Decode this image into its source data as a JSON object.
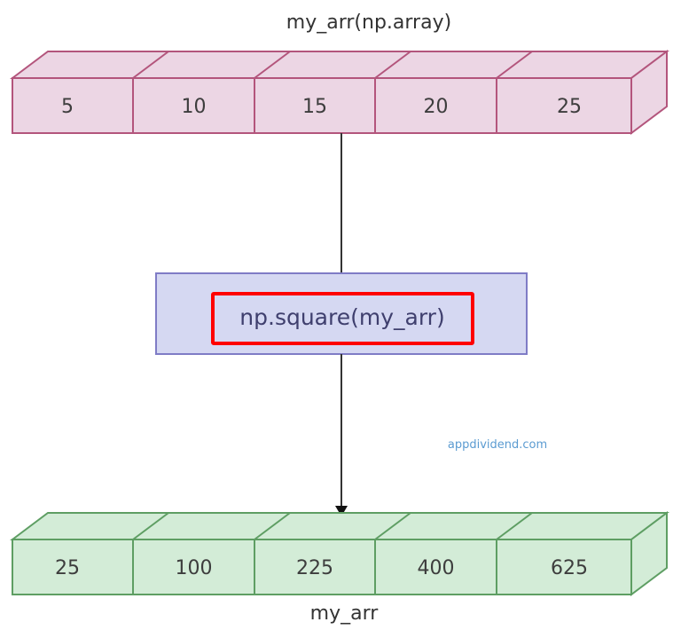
{
  "top_array": {
    "title": "my_arr(np.array)",
    "values": [
      "5",
      "10",
      "15",
      "20",
      "25"
    ],
    "fill": "#ecd6e4",
    "stroke": "#b3557c"
  },
  "operation": {
    "label": "np.square(my_arr)",
    "fill": "#d5d8f2",
    "stroke": "#7f7cc6",
    "highlight": "#ff0000",
    "text_color": "#3f3f6e"
  },
  "watermark": "appdividend.com",
  "bottom_array": {
    "title": "my_arr",
    "values": [
      "25",
      "100",
      "225",
      "400",
      "625"
    ],
    "fill": "#d3ecd7",
    "stroke": "#5e9e63"
  }
}
